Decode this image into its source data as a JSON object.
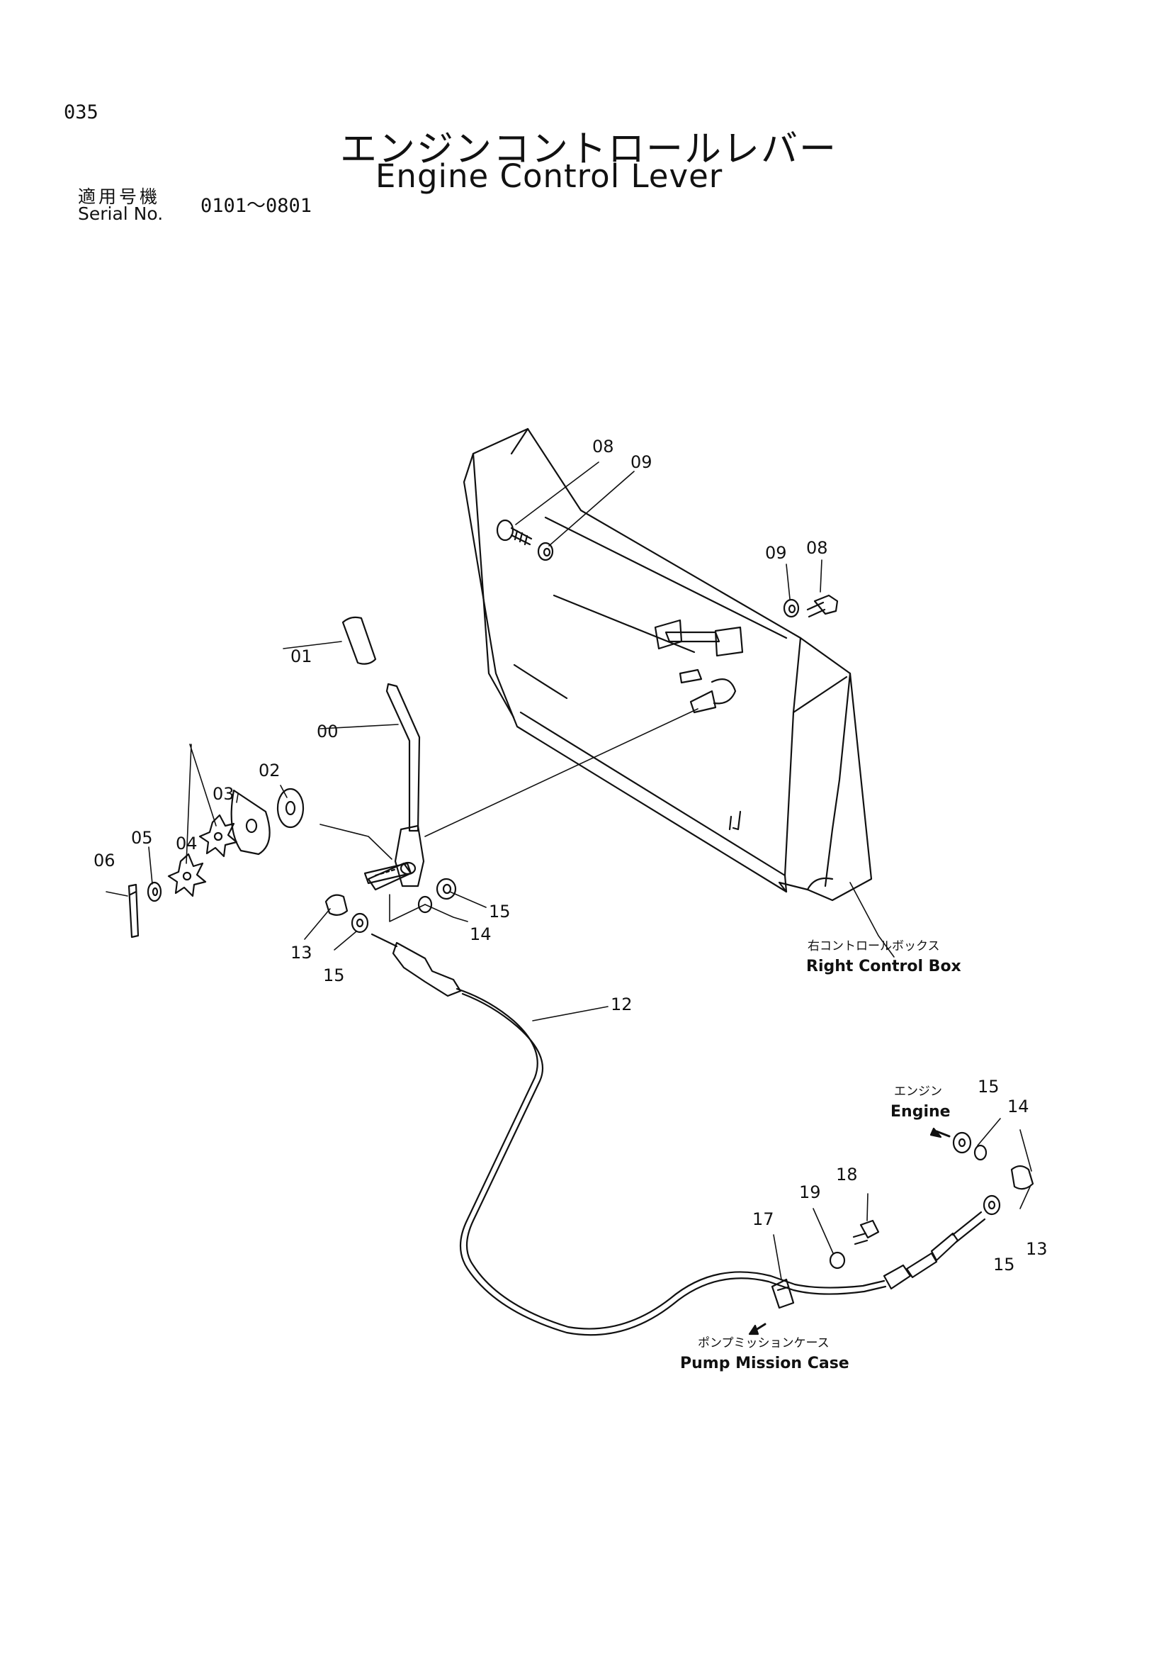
{
  "header": {
    "page_number": "035",
    "title_jp": "エンジンコントロールレバー",
    "title_en": "Engine Control Lever",
    "serial_label_jp": "適用号機",
    "serial_label_en": "Serial No.",
    "serial_range": "0101～0801"
  },
  "callouts": {
    "c00": "00",
    "c01": "01",
    "c02": "02",
    "c03": "03",
    "c04": "04",
    "c05": "05",
    "c06": "06",
    "c08a": "08",
    "c09a": "09",
    "c08b": "08",
    "c09b": "09",
    "c12": "12",
    "c13a": "13",
    "c14a": "14",
    "c15a": "15",
    "c15b": "15",
    "c13b": "13",
    "c14b": "14",
    "c15c": "15",
    "c15d": "15",
    "c17": "17",
    "c18": "18",
    "c19": "19"
  },
  "captions": {
    "right_control_box_jp": "右コントロールボックス",
    "right_control_box_en": "Right Control Box",
    "engine_jp": "エンジン",
    "engine_en": "Engine",
    "pump_mission_case_jp": "ポンプミッションケース",
    "pump_mission_case_en": "Pump Mission Case"
  }
}
